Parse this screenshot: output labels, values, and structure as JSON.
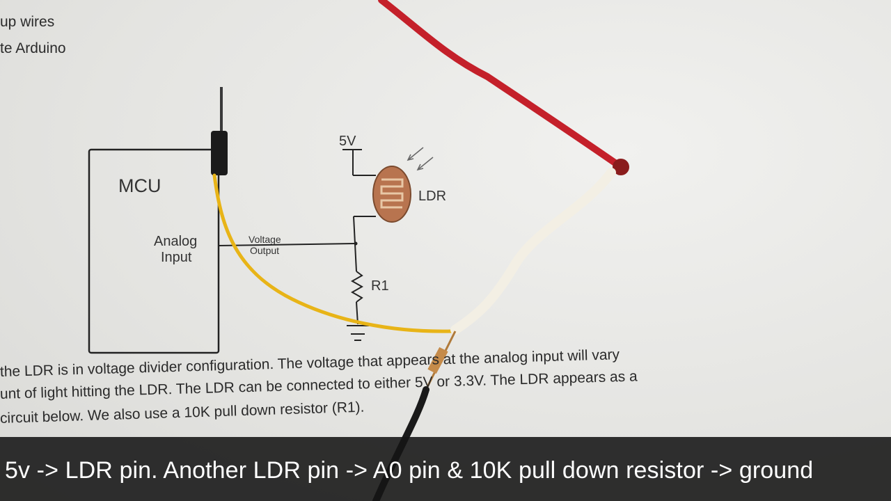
{
  "screen_text": {
    "top_lines": [
      "up wires",
      "te Arduino"
    ],
    "body_lines": [
      "the LDR is in voltage divider configuration. The voltage that appears at the analog input will vary",
      "unt of light hitting the LDR. The LDR can be connected to either 5V or 3.3V. The LDR appears as a",
      "circuit below. We also use a 10K pull down resistor (R1)."
    ]
  },
  "schematic": {
    "mcu_label": "MCU",
    "analog_label_1": "Analog",
    "analog_label_2": "Input",
    "voltage_label_1": "Voltage",
    "voltage_label_2": "Output",
    "supply_label": "5V",
    "ldr_label": "LDR",
    "resistor_label": "R1"
  },
  "wires": {
    "red": "#c4202a",
    "yellow": "#e8b417",
    "white": "#f3efe4",
    "black": "#1a1a1a"
  },
  "caption": {
    "text": "5v -> LDR pin.  Another LDR pin -> A0 pin & 10K pull down resistor -> ground"
  }
}
